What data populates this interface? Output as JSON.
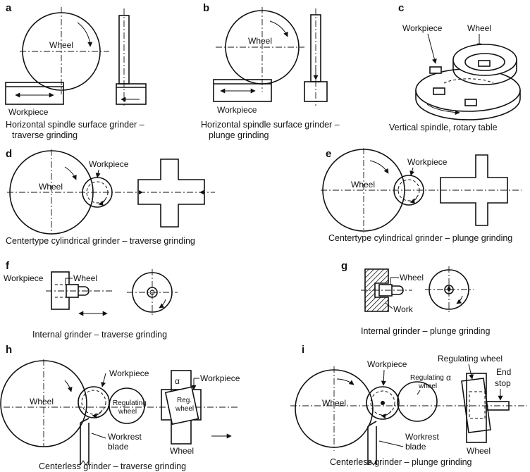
{
  "panels": {
    "a": {
      "letter": "a",
      "wheel": "Wheel",
      "workpiece": "Workpiece",
      "caption_1": "Horizontal spindle surface grinder –",
      "caption_2": "traverse grinding"
    },
    "b": {
      "letter": "b",
      "wheel": "Wheel",
      "workpiece": "Workpiece",
      "caption_1": "Horizontal spindle surface grinder –",
      "caption_2": "plunge grinding"
    },
    "c": {
      "letter": "c",
      "workpiece": "Workpiece",
      "wheel": "Wheel",
      "caption": "Vertical spindle, rotary table"
    },
    "d": {
      "letter": "d",
      "wheel": "Wheel",
      "workpiece": "Workpiece",
      "caption": "Centertype cylindrical grinder – traverse grinding"
    },
    "e": {
      "letter": "e",
      "wheel": "Wheel",
      "workpiece": "Workpiece",
      "caption": "Centertype cylindrical grinder – plunge grinding"
    },
    "f": {
      "letter": "f",
      "workpiece": "Workpiece",
      "wheel": "Wheel",
      "caption": "Internal grinder – traverse grinding"
    },
    "g": {
      "letter": "g",
      "wheel": "Wheel",
      "work": "Work",
      "caption": "Internal grinder – plunge grinding"
    },
    "h": {
      "letter": "h",
      "wheel": "Wheel",
      "workpiece": "Workpiece",
      "regulating_1": "Regulating",
      "regulating_2": "wheel",
      "alpha": "α",
      "workpiece_right": "Workpiece",
      "reg_1": "Reg.",
      "reg_2": "wheel",
      "workrest_1": "Workrest",
      "workrest_2": "blade",
      "wheel_bottom": "Wheel",
      "caption": "Centerless grinder – traverse grinding"
    },
    "i": {
      "letter": "i",
      "workpiece": "Workpiece",
      "regulating_1": "Regulating",
      "regulating_2": "wheel",
      "regulating_wheel": "Regulating wheel",
      "alpha": "α",
      "end_1": "End",
      "end_2": "stop",
      "wheel": "Wheel",
      "workrest_1": "Workrest",
      "workrest_2": "blade",
      "wheel_bottom": "Wheel",
      "caption": "Centerless grinder – plunge grinding"
    }
  }
}
